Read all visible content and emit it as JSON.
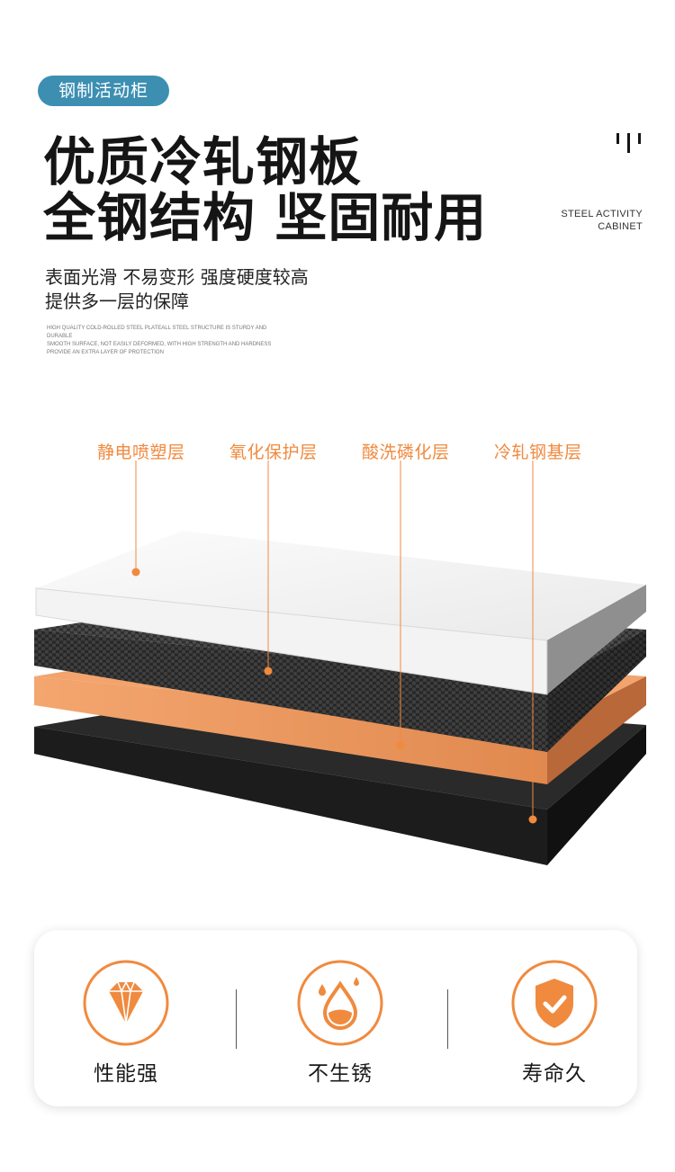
{
  "tag": "钢制活动柜",
  "headline": {
    "line1": "优质冷轧钢板",
    "line2": "全钢结构 坚固耐用"
  },
  "brand": {
    "en_line1": "STEEL ACTIVITY",
    "en_line2": "CABINET"
  },
  "subtitle": {
    "line1": "表面光滑 不易变形 强度硬度较高",
    "line2": "提供多一层的保障"
  },
  "fine_print": {
    "line1": "HIGH QUALITY COLD-ROLLED STEEL PLATEALL STEEL STRUCTURE IS STURDY AND DURABLE",
    "line2": "SMOOTH SURFACE, NOT EASILY DEFORMED, WITH HIGH STRENGTH AND HARDNESS",
    "line3": "PROVIDE AN EXTRA LAYER OF PROTECTION"
  },
  "layers": [
    {
      "label": "静电喷塑层"
    },
    {
      "label": "氧化保护层"
    },
    {
      "label": "酸洗磷化层"
    },
    {
      "label": "冷轧钢基层"
    }
  ],
  "features": [
    {
      "label": "性能强",
      "icon": "diamond-icon"
    },
    {
      "label": "不生锈",
      "icon": "water-drop-icon"
    },
    {
      "label": "寿命久",
      "icon": "shield-check-icon"
    }
  ],
  "colors": {
    "accent_orange": "#f08a3e",
    "tag_blue": "#3d8fb2",
    "title_black": "#151515"
  }
}
